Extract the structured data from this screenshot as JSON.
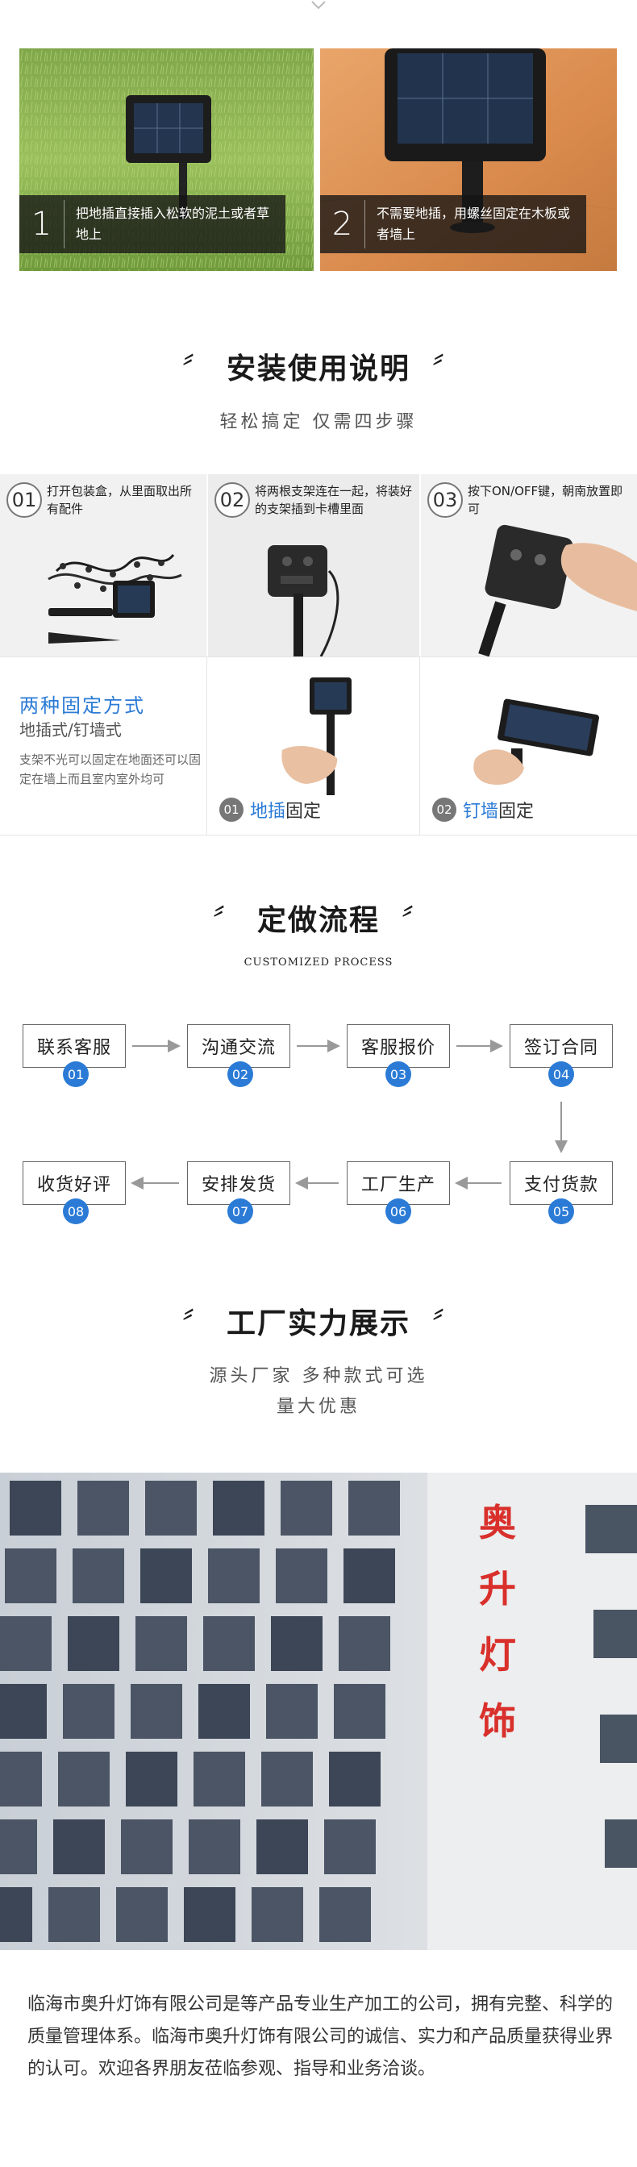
{
  "steps_top": [
    {
      "num": "1",
      "text": "把地插直接插入松软的泥土或者草地上"
    },
    {
      "num": "2",
      "text": "不需要地插，用螺丝固定在木板或者墙上"
    }
  ],
  "install": {
    "title": "安装使用说明",
    "quote_open": "〞",
    "quote_close": "〞",
    "subtitle": "轻松搞定 仅需四步骤",
    "steps": [
      {
        "num": "01",
        "text": "打开包装盒，从里面取出所有配件"
      },
      {
        "num": "02",
        "text": "将两根支架连在一起，将装好的支架插到卡槽里面"
      },
      {
        "num": "03",
        "text": "按下ON/OFF键，朝南放置即可"
      }
    ]
  },
  "fixing": {
    "title": "两种固定方式",
    "subtitle": "地插式/钉墙式",
    "desc": "支架不光可以固定在地面还可以固定在墙上而且室内室外均可",
    "options": [
      {
        "num": "01",
        "highlight": "地插",
        "suffix": "固定"
      },
      {
        "num": "02",
        "highlight": "钉墙",
        "suffix": "固定"
      }
    ]
  },
  "process": {
    "title": "定做流程",
    "subtitle_en": "CUSTOMIZED PROCESS",
    "steps": [
      {
        "num": "01",
        "label": "联系客服"
      },
      {
        "num": "02",
        "label": "沟通交流"
      },
      {
        "num": "03",
        "label": "客服报价"
      },
      {
        "num": "04",
        "label": "签订合同"
      },
      {
        "num": "05",
        "label": "支付货款"
      },
      {
        "num": "06",
        "label": "工厂生产"
      },
      {
        "num": "07",
        "label": "安排发货"
      },
      {
        "num": "08",
        "label": "收货好评"
      }
    ]
  },
  "factory": {
    "title": "工厂实力展示",
    "subtitle_line1": "源头厂家 多种款式可选",
    "subtitle_line2": "量大优惠",
    "sign_chars": [
      "奥",
      "升",
      "灯",
      "饰"
    ],
    "about": "临海市奥升灯饰有限公司是等产品专业生产加工的公司，拥有完整、科学的质量管理体系。临海市奥升灯饰有限公司的诚信、实力和产品质量获得业界的认可。欢迎各界朋友莅临参观、指导和业务洽谈。"
  },
  "colors": {
    "accent": "#2b7bd6",
    "sign_red": "#d9302c"
  }
}
